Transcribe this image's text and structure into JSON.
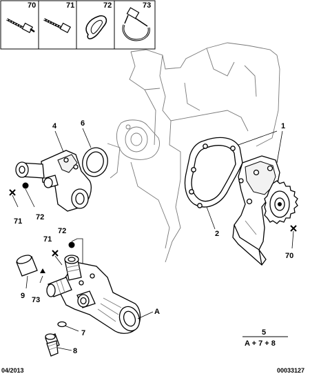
{
  "header_parts": [
    {
      "ref": "70"
    },
    {
      "ref": "71"
    },
    {
      "ref": "72"
    },
    {
      "ref": "73"
    }
  ],
  "callouts": {
    "c1": "1",
    "c2": "2",
    "c4": "4",
    "c6": "6",
    "c71a": "71",
    "c72a": "72",
    "c71b": "71",
    "c72b": "72",
    "c9": "9",
    "c73": "73",
    "c7": "7",
    "c8": "8",
    "c70": "70",
    "cA": "A"
  },
  "formula": {
    "top": "5",
    "bottom": "A + 7 + 8"
  },
  "footer": {
    "date": "04/2013",
    "code": "00033127"
  }
}
